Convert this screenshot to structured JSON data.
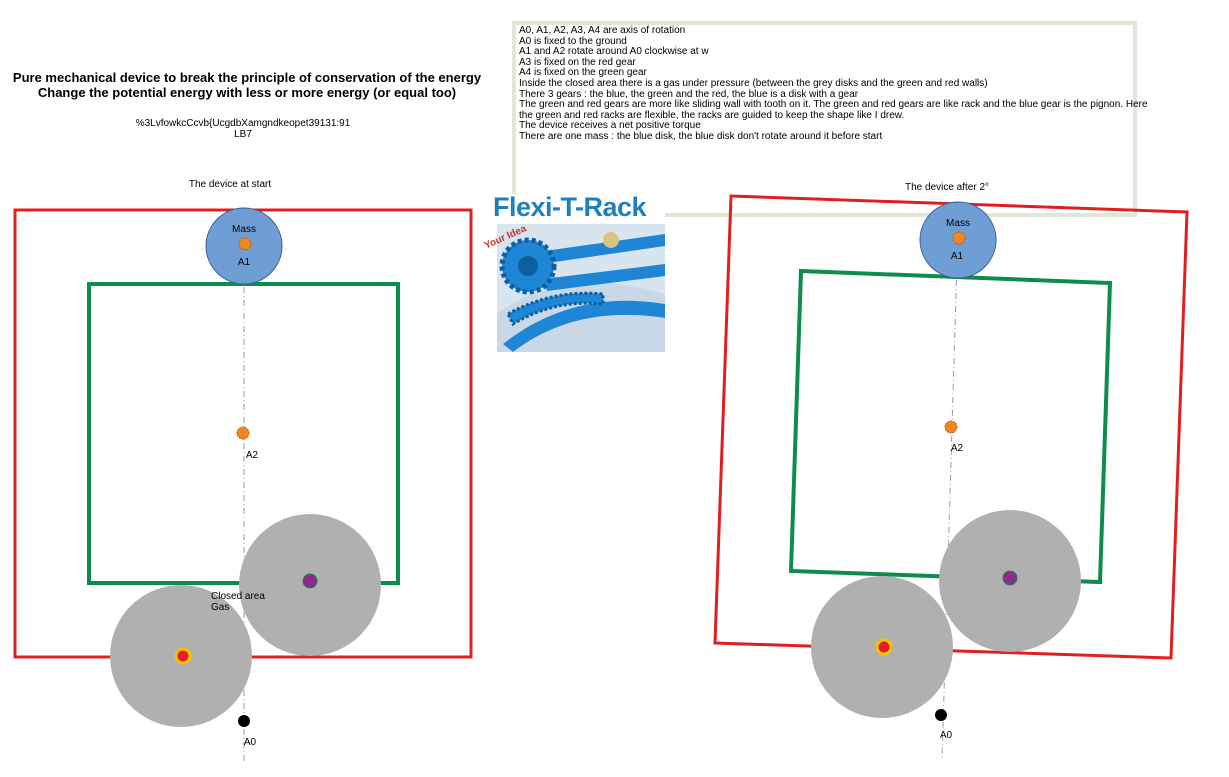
{
  "title": {
    "line1": "Pure mechanical device to break the principle of conservation of the energy",
    "line2": "Change the potential energy with less or more energy (or equal too)"
  },
  "code": {
    "line1": "%3LvfowkcCcvb{UcgdbXamgndkeopet39131:91",
    "line2": "LB7"
  },
  "notes": [
    "A0, A1, A2, A3, A4 are axis of rotation",
    "A0 is fixed to the ground",
    "A1 and A2 rotate around A0 clockwise at w",
    "A3 is fixed on the red gear",
    "A4 is fixed on the green gear",
    "Inside the closed area there is a gas under pressure (between the grey disks and the green and red walls)",
    "There 3 gears : the blue, the green and the red, the blue is a disk with a gear",
    "The green and red gears are more like sliding wall with tooth on it. The green and red gears are like rack and the blue gear is the pignon. Here",
    "the green and red racks are flexible, the racks are guided to keep the shape like I drew.",
    "The device receives a net positive torque",
    "There are one mass : the blue disk, the blue disk don't rotate around it before start"
  ],
  "logo": {
    "title": "Flexi-T-Rack",
    "subtitle": "Your Idea"
  },
  "left_device": {
    "caption": "The device at start",
    "mass_label": "Mass",
    "a1": "A1",
    "a2": "A2",
    "a0": "A0",
    "closed_area": "Closed area",
    "gas": "Gas"
  },
  "right_device": {
    "caption": "The device after 2°",
    "mass_label": "Mass",
    "a1": "A1",
    "a2": "A2",
    "a0": "A0"
  },
  "colors": {
    "red_frame": "#e02020",
    "green_frame": "#0e8c4c",
    "mass_blue": "#6f9ed4",
    "grey_disk": "#b0b0b0",
    "axis_orange": "#f0861e",
    "note_border": "#dfe8d6"
  }
}
